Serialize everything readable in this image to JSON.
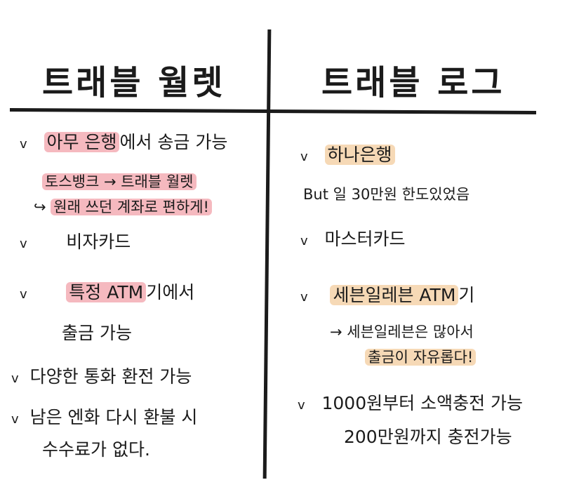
{
  "headers": {
    "left": "트래블 월렛",
    "right": "트래블 로그"
  },
  "left": {
    "items": [
      {
        "check": "v",
        "pre": "",
        "highlight": "아무 은행",
        "post": "에서  송금 가능"
      },
      {
        "check": "v",
        "text": "비자카드"
      },
      {
        "check": "v",
        "pre": "",
        "highlight": "특정 ATM",
        "post": "기에서"
      },
      {
        "check": "v",
        "text": "다양한  통화 환전 가능"
      },
      {
        "check": "v",
        "text": "남은 엔화  다시 환불 시"
      }
    ],
    "sub": {
      "toss_line": "토스뱅크 → 트래블 월렛",
      "arrow": "↪",
      "toss_note": "원래 쓰던 계좌로 편하게!",
      "atm_cont": "출금 가능",
      "refund_cont": "수수료가  없다."
    }
  },
  "right": {
    "items": [
      {
        "check": "v",
        "highlight": "하나은행"
      },
      {
        "check": "v",
        "text": "마스터카드"
      },
      {
        "check": "v",
        "highlight": "세븐일레븐 ATM",
        "post": "기"
      },
      {
        "check": "v",
        "text": "1000원부터  소액충전 가능"
      }
    ],
    "sub": {
      "but_line": "But    일  30만원  한도있었음",
      "seven_arrow": "→",
      "seven_note": "세븐일레븐은 많아서",
      "seven_note2": "출금이 자유롭다!",
      "charge_cont": "200만원까지  충전가능"
    }
  },
  "colors": {
    "pink": "#f5b9bf",
    "peach": "#f6d9b6",
    "ink": "#1b1b1b"
  }
}
